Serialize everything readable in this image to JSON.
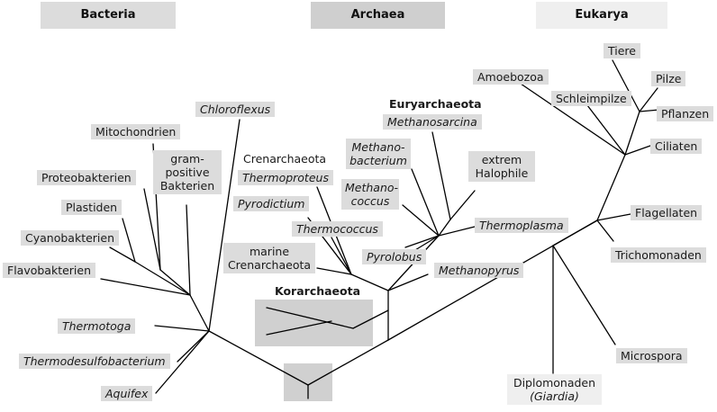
{
  "headers": {
    "bacteria": "Bacteria",
    "archaea": "Archaea",
    "eukarya": "Eukarya"
  },
  "colors": {
    "header_bacteria": "#dcdcdc",
    "header_archaea": "#cfcfcf",
    "header_eukarya": "#efefef",
    "label_box": "#dcdcdc",
    "line": "#000000"
  },
  "bacteria": {
    "chloroflexus": "Chloroflexus",
    "mitochondrien": "Mitochondrien",
    "gram_positive_1": "gram-",
    "gram_positive_2": "positive",
    "gram_positive_3": "Bakterien",
    "proteobakterien": "Proteobakterien",
    "plastiden": "Plastiden",
    "cyanobakterien": "Cyanobakterien",
    "flavobakterien": "Flavobakterien",
    "thermotoga": "Thermotoga",
    "thermodesulfobacterium": "Thermodesulfobacterium",
    "aquifex": "Aquifex"
  },
  "archaea": {
    "euryarchaeota": "Euryarchaeota",
    "methanosarcina": "Methanosarcina",
    "crenarchaeota": "Crenarchaeota",
    "thermoproteus": "Thermoproteus",
    "methanobacterium_1": "Methano-",
    "methanobacterium_2": "bacterium",
    "extrem_halophile_1": "extrem",
    "extrem_halophile_2": "Halophile",
    "pyrodictium": "Pyrodictium",
    "methanococcus_1": "Methano-",
    "methanococcus_2": "coccus",
    "thermococcus": "Thermococcus",
    "thermoplasma": "Thermoplasma",
    "marine_crenarchaeota_1": "marine",
    "marine_crenarchaeota_2": "Crenarchaeota",
    "pyrolobus": "Pyrolobus",
    "methanopyrus": "Methanopyrus",
    "korarchaeota": "Korarchaeota"
  },
  "eukarya": {
    "tiere": "Tiere",
    "amoebozoa": "Amoebozoa",
    "pilze": "Pilze",
    "schleimpilze": "Schleimpilze",
    "pflanzen": "Pflanzen",
    "ciliaten": "Ciliaten",
    "flagellaten": "Flagellaten",
    "trichomonaden": "Trichomonaden",
    "microspora": "Microspora",
    "diplomonaden": "Diplomonaden",
    "giardia": "(Giardia)"
  }
}
